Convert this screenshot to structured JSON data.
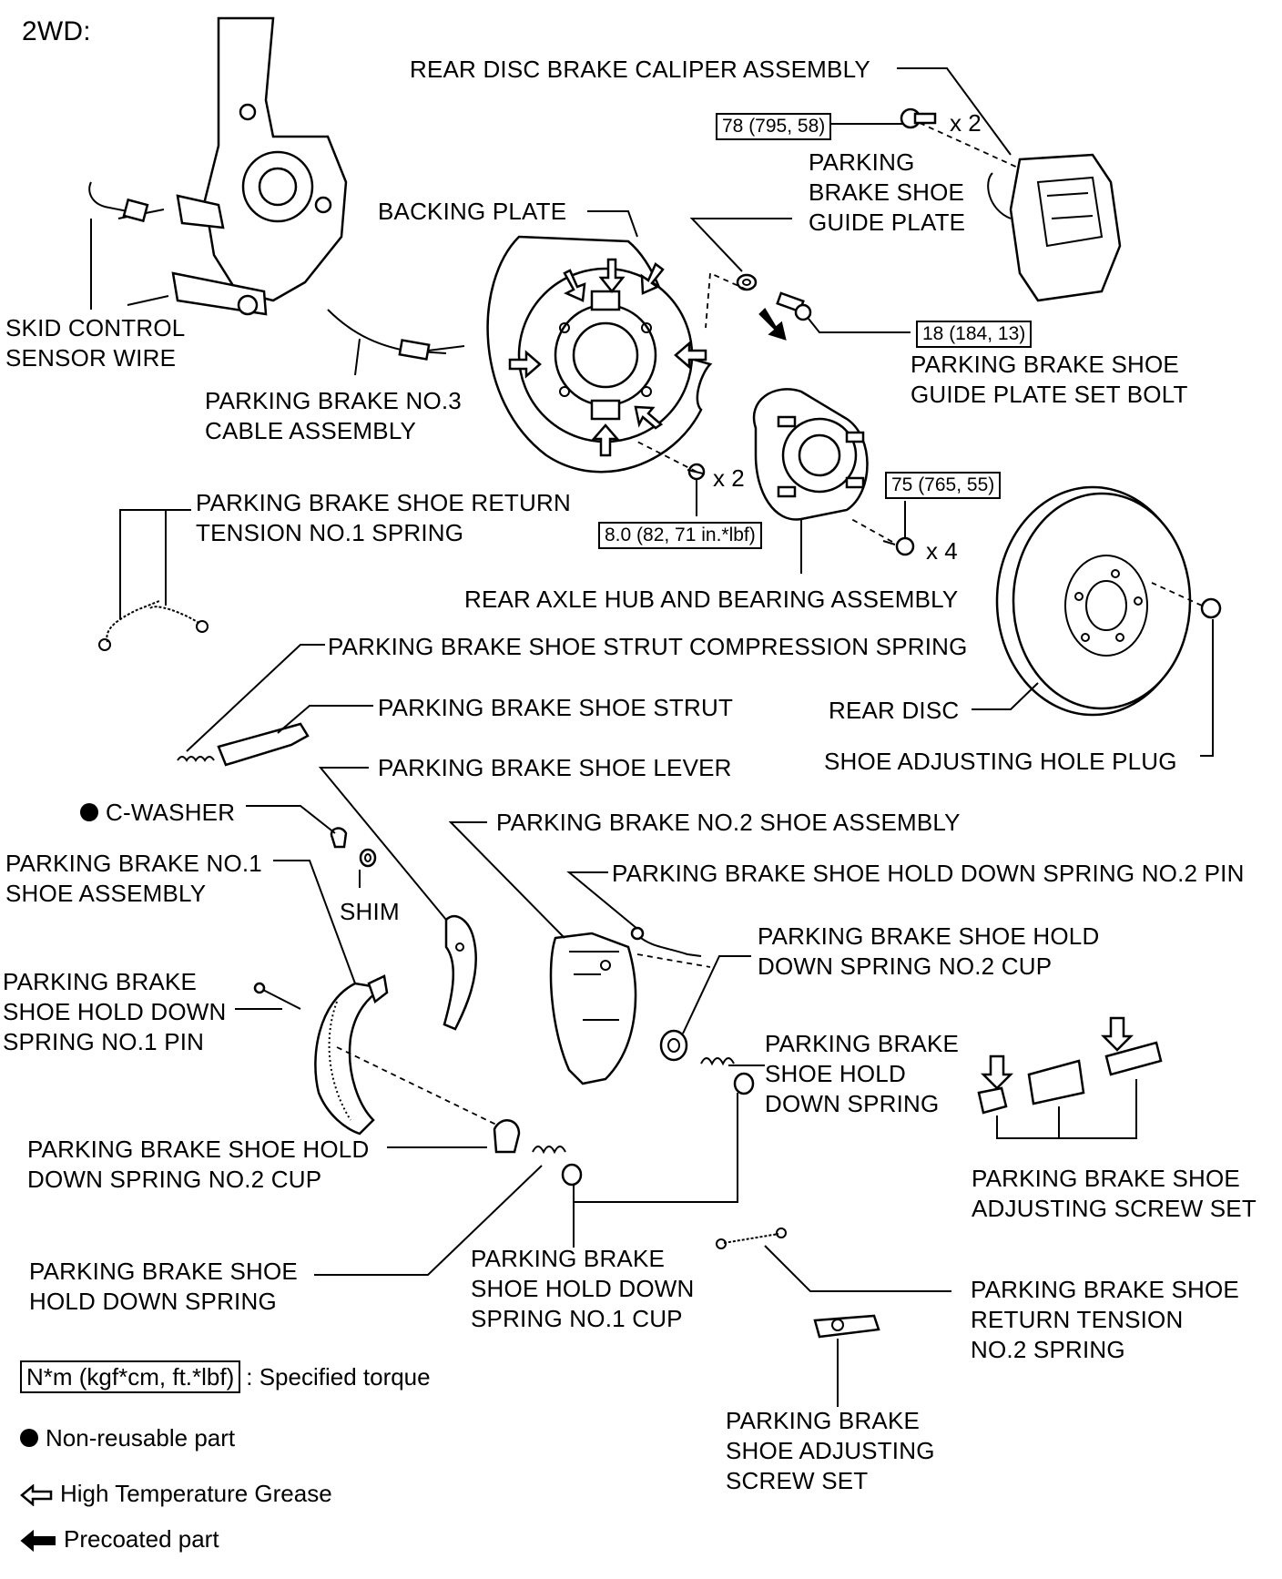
{
  "variant_label": "2WD:",
  "labels": {
    "caliper": "REAR DISC BRAKE CALIPER ASSEMBLY",
    "guide_plate": "PARKING\nBRAKE SHOE\nGUIDE PLATE",
    "backing_plate": "BACKING PLATE",
    "skid_sensor": "SKID CONTROL\nSENSOR WIRE",
    "cable": "PARKING BRAKE NO.3\nCABLE ASSEMBLY",
    "guide_bolt": "PARKING BRAKE SHOE\nGUIDE PLATE SET BOLT",
    "return_spring_1": "PARKING BRAKE SHOE RETURN\nTENSION NO.1 SPRING",
    "hub": "REAR AXLE HUB AND BEARING ASSEMBLY",
    "strut_spring": "PARKING BRAKE SHOE STRUT COMPRESSION SPRING",
    "strut": "PARKING BRAKE SHOE STRUT",
    "rear_disc": "REAR DISC",
    "lever": "PARKING BRAKE SHOE LEVER",
    "hole_plug": "SHOE ADJUSTING HOLE PLUG",
    "c_washer": "C-WASHER",
    "no2_shoe": "PARKING BRAKE NO.2 SHOE ASSEMBLY",
    "no1_shoe": "PARKING BRAKE NO.1\nSHOE ASSEMBLY",
    "no2_pin": "PARKING BRAKE SHOE HOLD DOWN SPRING NO.2 PIN",
    "shim": "SHIM",
    "no2_cup_right": "PARKING BRAKE SHOE HOLD\nDOWN SPRING NO.2 CUP",
    "no1_pin": "PARKING BRAKE\nSHOE HOLD DOWN\nSPRING NO.1 PIN",
    "hold_spring_right": "PARKING BRAKE\nSHOE HOLD\nDOWN SPRING",
    "no2_cup_left": "PARKING BRAKE SHOE HOLD\nDOWN SPRING NO.2 CUP",
    "adj_screw_right": "PARKING BRAKE SHOE\nADJUSTING SCREW SET",
    "hold_spring_left": "PARKING BRAKE SHOE\nHOLD DOWN SPRING",
    "no1_cup": "PARKING BRAKE\nSHOE HOLD DOWN\nSPRING NO.1 CUP",
    "return_spring_2": "PARKING BRAKE SHOE\nRETURN TENSION\nNO.2 SPRING",
    "adj_screw_bottom": "PARKING BRAKE\nSHOE ADJUSTING\nSCREW SET"
  },
  "torques": {
    "caliper_bolt": "78 (795, 58)",
    "guide_bolt": "18 (184, 13)",
    "hub_bolt": "75 (765, 55)",
    "backing_bolt": "8.0 (82, 71 in.*lbf)"
  },
  "quantities": {
    "caliper_bolt": "x 2",
    "backing_bolt": "x 2",
    "hub_bolt": "x 4"
  },
  "legend": {
    "torque_box": "N*m (kgf*cm, ft.*lbf)",
    "torque_text": ": Specified torque",
    "nonreusable": "Non-reusable part",
    "grease": "High Temperature Grease",
    "precoated": "Precoated part"
  }
}
